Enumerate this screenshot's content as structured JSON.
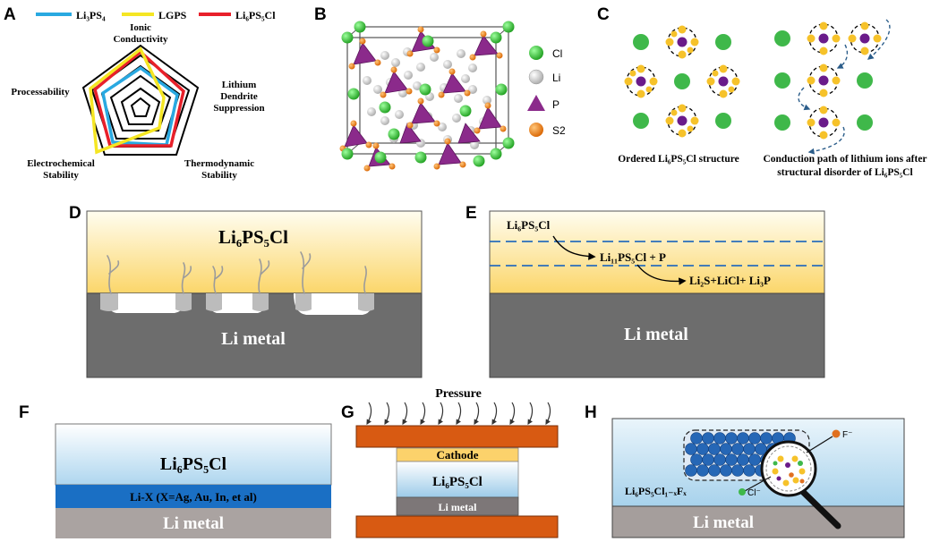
{
  "panels": {
    "A": {
      "label": "A",
      "legend": [
        {
          "text": "Li₃PS₄",
          "color": "#29a9e1"
        },
        {
          "text": "LGPS",
          "color": "#f5e623"
        },
        {
          "text": "Li₆PS₅Cl",
          "color": "#e8202a"
        }
      ],
      "axes": [
        "Ionic",
        "Conductivity",
        "Lithium",
        "Dendrite",
        "Suppression",
        "Thermodynamic",
        "Stability",
        "Electrochemical",
        "Stability",
        "Processability"
      ]
    },
    "B": {
      "label": "B",
      "legend": [
        {
          "text": "Cl",
          "color": "#2ec42e"
        },
        {
          "text": "Li",
          "color": "#cfcfcf"
        },
        {
          "text": "P",
          "color": "#8b2a8b"
        },
        {
          "text": "S2",
          "color": "#f07d12"
        }
      ]
    },
    "C": {
      "label": "C",
      "caption_left": "Ordered Li₆PS₅Cl structure",
      "caption_right_1": "Conduction path of lithium ions after",
      "caption_right_2": "structural disorder of Li₆PS₅Cl"
    },
    "D": {
      "label": "D",
      "top": "Li₆PS₅Cl",
      "bottom": "Li  metal"
    },
    "E": {
      "label": "E",
      "top": "Li₆PS₅Cl",
      "mid": "Li₁₁PS₅Cl + P",
      "low": "Li₂S+LiCl+ Li₃P",
      "bottom": "Li  metal"
    },
    "F": {
      "label": "F",
      "top": "Li₆PS₅Cl",
      "mid": "Li-X (X=Ag, Au, In, et al)",
      "bottom": "Li  metal"
    },
    "G": {
      "label": "G",
      "pressure": "Pressure",
      "cathode": "Cathode",
      "electrolyte": "Li₆PS₅Cl",
      "anode": "Li  metal"
    },
    "H": {
      "label": "H",
      "fluoride": "F⁻",
      "chloride": "Cl⁻",
      "electrolyte": "Li₆PS₅Cl₁₋ₓFₓ",
      "bottom": "Li  metal"
    }
  }
}
